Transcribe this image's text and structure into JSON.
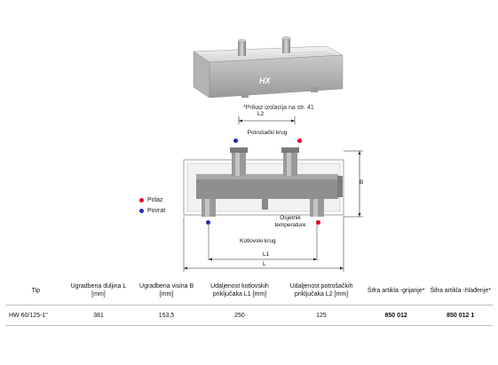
{
  "figure": {
    "logo_text": "HX",
    "note": "*Prikaz izolacija na str. 41",
    "labels": {
      "l2": "L2",
      "potrosacki_krug": "Potrošački krug",
      "b": "B",
      "polaz": "Polaz",
      "povrat": "Povrat",
      "osjetnik": "Osjetnik temperature",
      "kotlovski_krug": "Kotlovski krug",
      "l1": "L1",
      "l": "L"
    },
    "colors": {
      "polaz": "#e4002b",
      "povrat": "#1f2bb5"
    }
  },
  "table": {
    "headers": [
      "Tip",
      "Ugradbena duljina L [mm]",
      "Ugradbena visina B [mm]",
      "Udaljenost kotlovskih priključaka L1 [mm]",
      "Udaljenost potrošačkih priključaka L2 [mm]",
      "Šifra artikla -grijanje*",
      "Šifra artikla -hlađenje*"
    ],
    "row": [
      "HW 60/125-1\"",
      "381",
      "153,5",
      "250",
      "125",
      "850 012",
      "850 012 1"
    ]
  }
}
